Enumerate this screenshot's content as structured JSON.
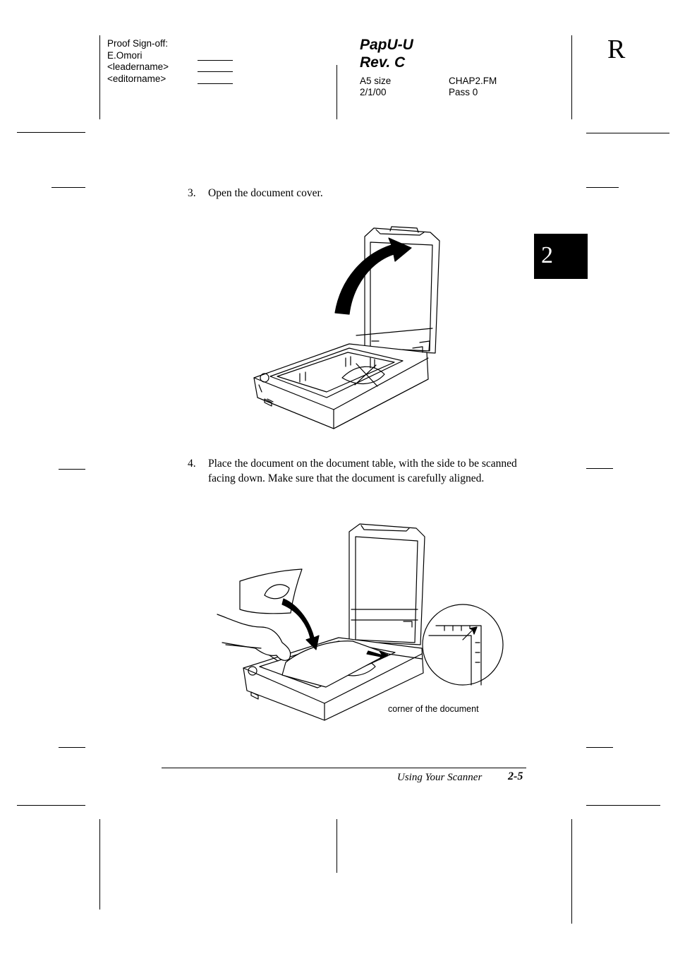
{
  "header": {
    "proof_label": "Proof Sign-off:",
    "proof_names": [
      "E.Omori",
      "<leadername>",
      "<editorname>"
    ],
    "product": "PapU-U",
    "revision": "Rev. C",
    "size": "A5 size",
    "filename": "CHAP2.FM",
    "date": "2/1/00",
    "pass": "Pass 0",
    "registration_mark": "R"
  },
  "chapter_tab": "2",
  "steps": [
    {
      "number": "3.",
      "text": "Open the document cover."
    },
    {
      "number": "4.",
      "text": "Place the document on the document table, with the side to be scanned facing down. Make sure that the document is carefully aligned."
    }
  ],
  "figure2_caption": "corner of the document",
  "footer": {
    "title": "Using Your Scanner",
    "page": "2-5"
  }
}
